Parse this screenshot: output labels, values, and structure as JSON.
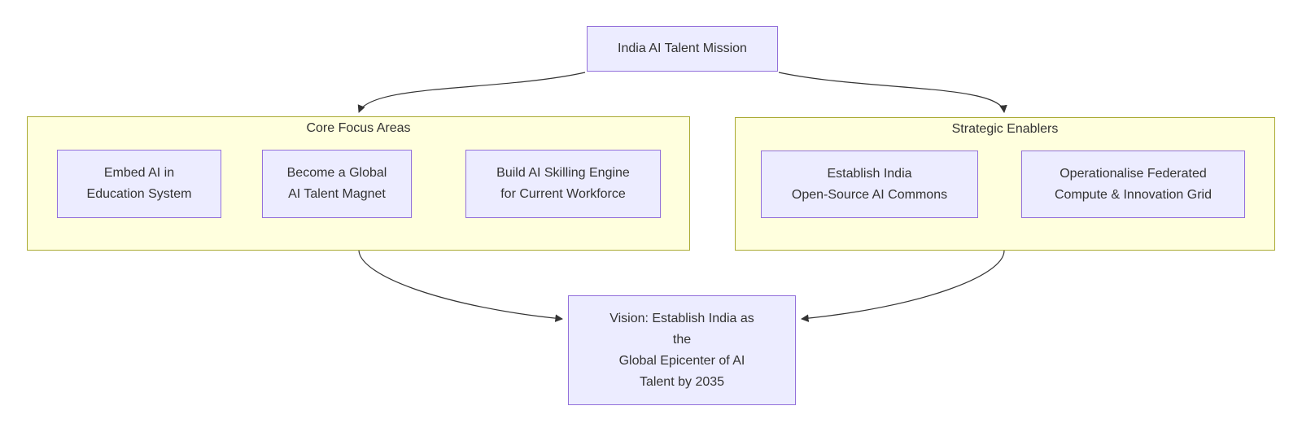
{
  "diagram": {
    "root_node": {
      "label": "India AI Talent Mission"
    },
    "clusters": [
      {
        "title": "Core Focus Areas",
        "nodes": [
          {
            "label": "Embed AI in\nEducation System"
          },
          {
            "label": "Become a Global\nAI Talent Magnet"
          },
          {
            "label": "Build AI Skilling Engine\nfor Current Workforce"
          }
        ]
      },
      {
        "title": "Strategic Enablers",
        "nodes": [
          {
            "label": "Establish India\nOpen-Source AI Commons"
          },
          {
            "label": "Operationalise Federated\nCompute & Innovation Grid"
          }
        ]
      }
    ],
    "vision_node": {
      "label": "Vision: Establish India as\nthe\nGlobal Epicenter of AI\nTalent by 2035"
    },
    "colors": {
      "node_fill": "#ECECFF",
      "node_border": "#9370DB",
      "cluster_fill": "#FFFFDE",
      "cluster_border": "#AAAA33",
      "edge": "#333333",
      "text": "#333333"
    }
  }
}
